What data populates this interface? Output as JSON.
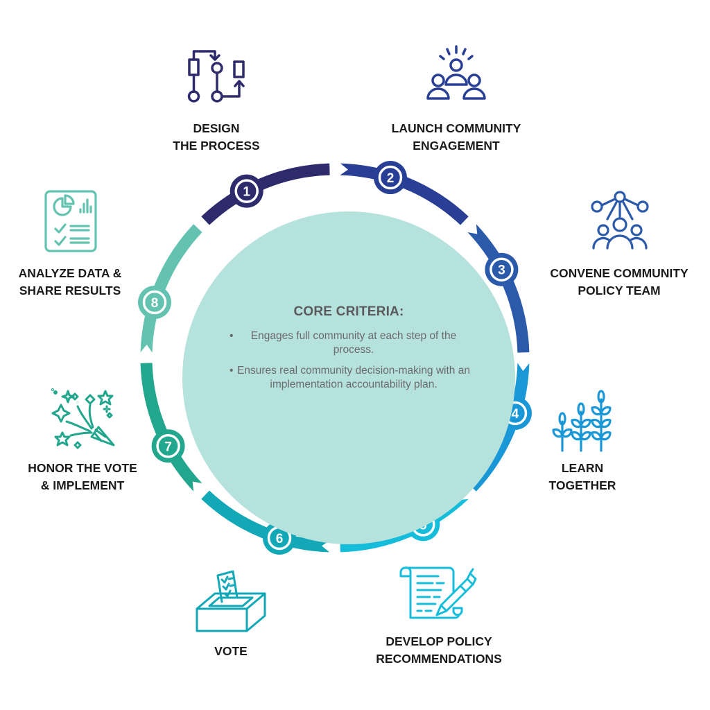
{
  "core": {
    "title": "CORE CRITERIA:",
    "criteria": [
      "Engages full community at each step of the process.",
      "Ensures real community decision-making with an implementation accountability plan."
    ],
    "fill_color": "#b6e2dd"
  },
  "steps": [
    {
      "number": "1",
      "label_lines": [
        "DESIGN",
        "THE PROCESS"
      ],
      "icon": "flowchart-icon",
      "color": "#2e2b6c"
    },
    {
      "number": "2",
      "label_lines": [
        "LAUNCH COMMUNITY",
        "ENGAGEMENT"
      ],
      "icon": "people-announcement-icon",
      "color": "#283f95"
    },
    {
      "number": "3",
      "label_lines": [
        "CONVENE COMMUNITY",
        "POLICY TEAM"
      ],
      "icon": "network-team-icon",
      "color": "#2b5aab"
    },
    {
      "number": "4",
      "label_lines": [
        "LEARN",
        "TOGETHER"
      ],
      "icon": "growing-plants-icon",
      "color": "#1a97d6"
    },
    {
      "number": "5",
      "label_lines": [
        "DEVELOP POLICY",
        "RECOMMENDATIONS"
      ],
      "icon": "document-pen-icon",
      "color": "#15bddb"
    },
    {
      "number": "6",
      "label_lines": [
        "VOTE"
      ],
      "icon": "ballot-box-icon",
      "color": "#13a8b7"
    },
    {
      "number": "7",
      "label_lines": [
        "HONOR THE VOTE",
        "& IMPLEMENT"
      ],
      "icon": "party-popper-icon",
      "color": "#22a78e"
    },
    {
      "number": "8",
      "label_lines": [
        "ANALYZE DATA &",
        "SHARE RESULTS"
      ],
      "icon": "report-chart-icon",
      "color": "#63c3b0"
    }
  ]
}
